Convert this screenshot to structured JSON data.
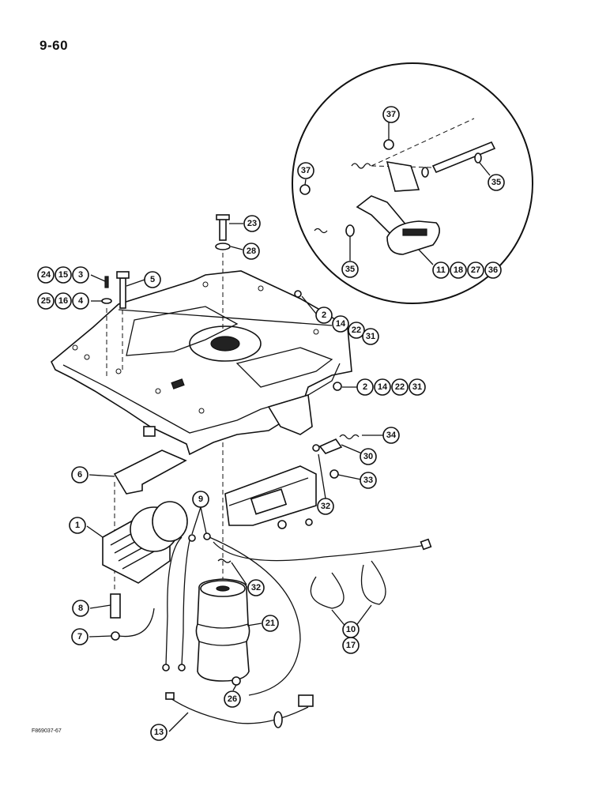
{
  "page_number": "9-60",
  "figure_code": "F869037-67",
  "callouts": [
    {
      "id": "c1",
      "text": "1"
    },
    {
      "id": "c2",
      "text": "2"
    },
    {
      "id": "c3",
      "text": "3"
    },
    {
      "id": "c4",
      "text": "4"
    },
    {
      "id": "c5",
      "text": "5"
    },
    {
      "id": "c6",
      "text": "6"
    },
    {
      "id": "c7",
      "text": "7"
    },
    {
      "id": "c8",
      "text": "8"
    },
    {
      "id": "c9",
      "text": "9"
    },
    {
      "id": "c10",
      "text": "10"
    },
    {
      "id": "c11",
      "text": "11"
    },
    {
      "id": "c13",
      "text": "13"
    },
    {
      "id": "c14",
      "text": "14"
    },
    {
      "id": "c15",
      "text": "15"
    },
    {
      "id": "c16",
      "text": "16"
    },
    {
      "id": "c17",
      "text": "17"
    },
    {
      "id": "c18",
      "text": "18"
    },
    {
      "id": "c21",
      "text": "21"
    },
    {
      "id": "c22",
      "text": "22"
    },
    {
      "id": "c23",
      "text": "23"
    },
    {
      "id": "c24",
      "text": "24"
    },
    {
      "id": "c25",
      "text": "25"
    },
    {
      "id": "c26",
      "text": "26"
    },
    {
      "id": "c27",
      "text": "27"
    },
    {
      "id": "c28",
      "text": "28"
    },
    {
      "id": "c30",
      "text": "30"
    },
    {
      "id": "c31",
      "text": "31"
    },
    {
      "id": "c32",
      "text": "32"
    },
    {
      "id": "c33",
      "text": "33"
    },
    {
      "id": "c34",
      "text": "34"
    },
    {
      "id": "c35",
      "text": "35"
    },
    {
      "id": "c36",
      "text": "36"
    },
    {
      "id": "c37",
      "text": "37"
    }
  ]
}
